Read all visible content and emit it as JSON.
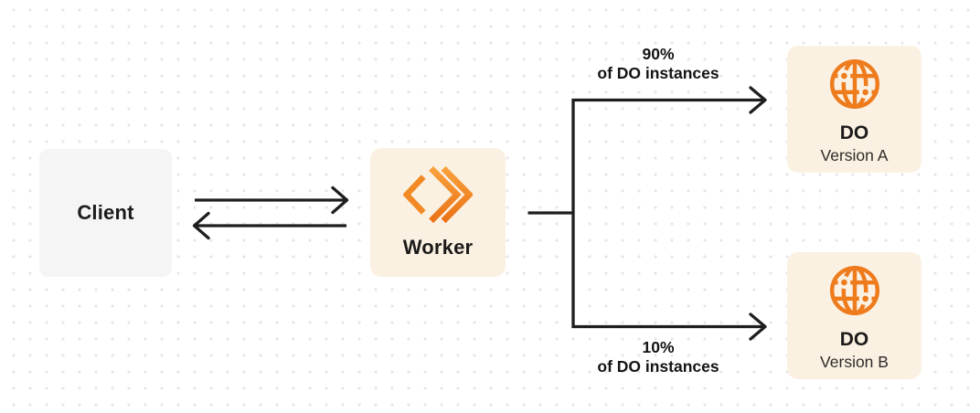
{
  "colors": {
    "background": "#FFFFFF",
    "dot": "#E6E6E6",
    "client_box_bg": "#F5F5F6",
    "orange_box_bg": "#FBF1E3",
    "orange": "#EE7B1C",
    "orange_light": "#F9A13C",
    "orange_dark": "#EA7317",
    "line": "#1E1E1E",
    "text": "#1C1B1A",
    "subtext": "#2E2B28"
  },
  "nodes": {
    "client": {
      "label": "Client"
    },
    "worker": {
      "label": "Worker",
      "icon": "workers-chevrons-icon"
    },
    "do_version_a": {
      "title": "DO",
      "subtitle": "Version A",
      "icon": "globe-icon"
    },
    "do_version_b": {
      "title": "DO",
      "subtitle": "Version B",
      "icon": "globe-icon"
    }
  },
  "edges": {
    "client_worker": {
      "type": "bidirectional-arrows"
    },
    "top_branch": {
      "percent": "90%",
      "caption": "of DO instances"
    },
    "bottom_branch": {
      "percent": "10%",
      "caption": "of DO instances"
    }
  }
}
